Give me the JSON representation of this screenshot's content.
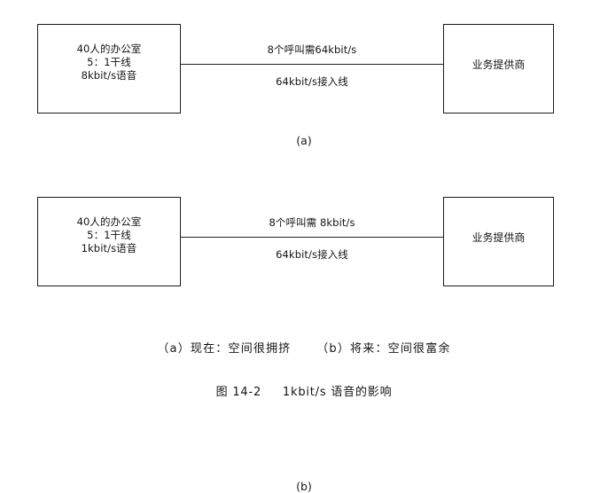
{
  "figure": {
    "caption_number": "图 14-2",
    "caption_title": "1kbit/s 语音的影响",
    "legend_a": "（a）现在：空间很拥挤",
    "legend_b": "（b）将来：空间很富余"
  },
  "panels": [
    {
      "id": "a",
      "sublabel": "(a)",
      "left_node": {
        "name": "office-node",
        "line1": "40人的办公室",
        "line2": "5：1干线",
        "line3": "8kbit/s语音"
      },
      "right_node": {
        "name": "service-provider-node",
        "line1": "业务提供商"
      },
      "link": {
        "label_above": "8个呼叫需64kbit/s",
        "label_below": "64kbit/s接入线"
      }
    },
    {
      "id": "b",
      "sublabel": "(b)",
      "left_node": {
        "name": "office-node",
        "line1": "40人的办公室",
        "line2": "5：1干线",
        "line3": "1kbit/s语音"
      },
      "right_node": {
        "name": "service-provider-node",
        "line1": "业务提供商"
      },
      "link": {
        "label_above": "8个呼叫需 8kbit/s",
        "label_below": "64kbit/s接入线"
      }
    }
  ],
  "colors": {
    "background": "#ffffff",
    "ink": "#1a1a1a"
  }
}
